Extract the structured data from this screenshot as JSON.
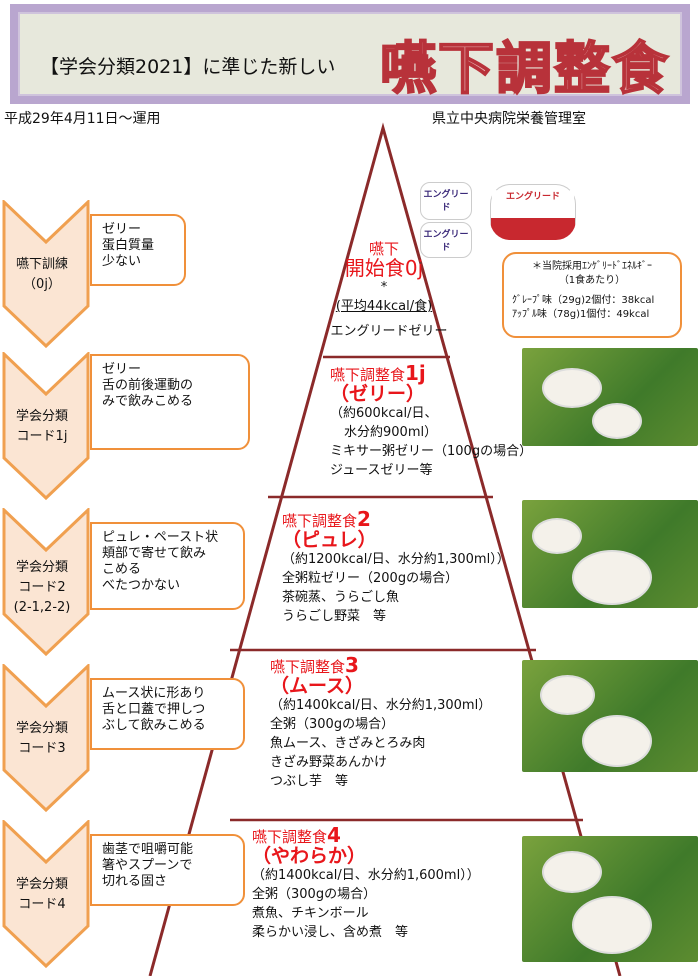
{
  "header": {
    "subtitle": "【学会分類2021】に準じた新しい",
    "title": "嚥下調整食",
    "date": "平成29年4月11日～運用",
    "org": "県立中央病院栄養管理室"
  },
  "product": {
    "name": "エングリード",
    "note_title": "＊当院採用ｴﾝｹﾞﾘｰﾄﾞｴﾈﾙｷﾞｰ",
    "note_sub": "（1食あたり）",
    "grape": "ｸﾞﾚｰﾌﾟ味（29g)2個付：38kcal",
    "apple": "ｱｯﾌﾟﾙ味（78g)1個付：49kcal"
  },
  "levels": [
    {
      "code": "嚥下訓練\n（0j）",
      "desc": "ゼリー\n蛋白質量\n少ない",
      "name1": "嚥下",
      "name2": "開始食0j",
      "lines": [
        "*",
        "(平均44kcal/食)",
        "エングリードゼリー"
      ]
    },
    {
      "code": "学会分類\nコード1j",
      "desc": "ゼリー\n舌の前後運動の\nみで飲みこめる",
      "name1": "嚥下調整食",
      "num": "1j",
      "name2": "（ゼリー）",
      "lines": [
        "（約600kcal/日、",
        "水分約900ml）",
        "ミキサー粥ゼリー（100gの場合）",
        "ジュースゼリー等"
      ]
    },
    {
      "code": "学会分類\nコード2\n(2-1,2-2)",
      "desc": "ピュレ・ペースト状\n頬部で寄せて飲み\nこめる\nべたつかない",
      "name1": "嚥下調整食",
      "num": "2",
      "name2": "（ピュレ）",
      "lines": [
        "（約1200kcal/日、水分約1,300ml））",
        "全粥粒ゼリー（200gの場合）",
        "茶碗蒸、うらごし魚",
        "うらごし野菜　等"
      ]
    },
    {
      "code": "学会分類\nコード3",
      "desc": "ムース状に形あり\n舌と口蓋で押しつ\nぶして飲みこめる",
      "name1": "嚥下調整食",
      "num": "3",
      "name2": "（ムース）",
      "lines": [
        "（約1400kcal/日、水分約1,300ml）",
        "全粥（300gの場合）",
        "魚ムース、きざみとろみ肉",
        "きざみ野菜あんかけ",
        "つぶし芋　等"
      ]
    },
    {
      "code": "学会分類\nコード4",
      "desc": "歯茎で咀嚼可能\n箸やスプーンで\n切れる固さ",
      "name1": "嚥下調整食",
      "num": "4",
      "name2": "（やわらか）",
      "lines": [
        "（約1400kcal/日、水分約1,600ml））",
        "全粥（300gの場合）",
        "煮魚、チキンボール",
        "柔らかい浸し、含め煮　等"
      ]
    }
  ]
}
